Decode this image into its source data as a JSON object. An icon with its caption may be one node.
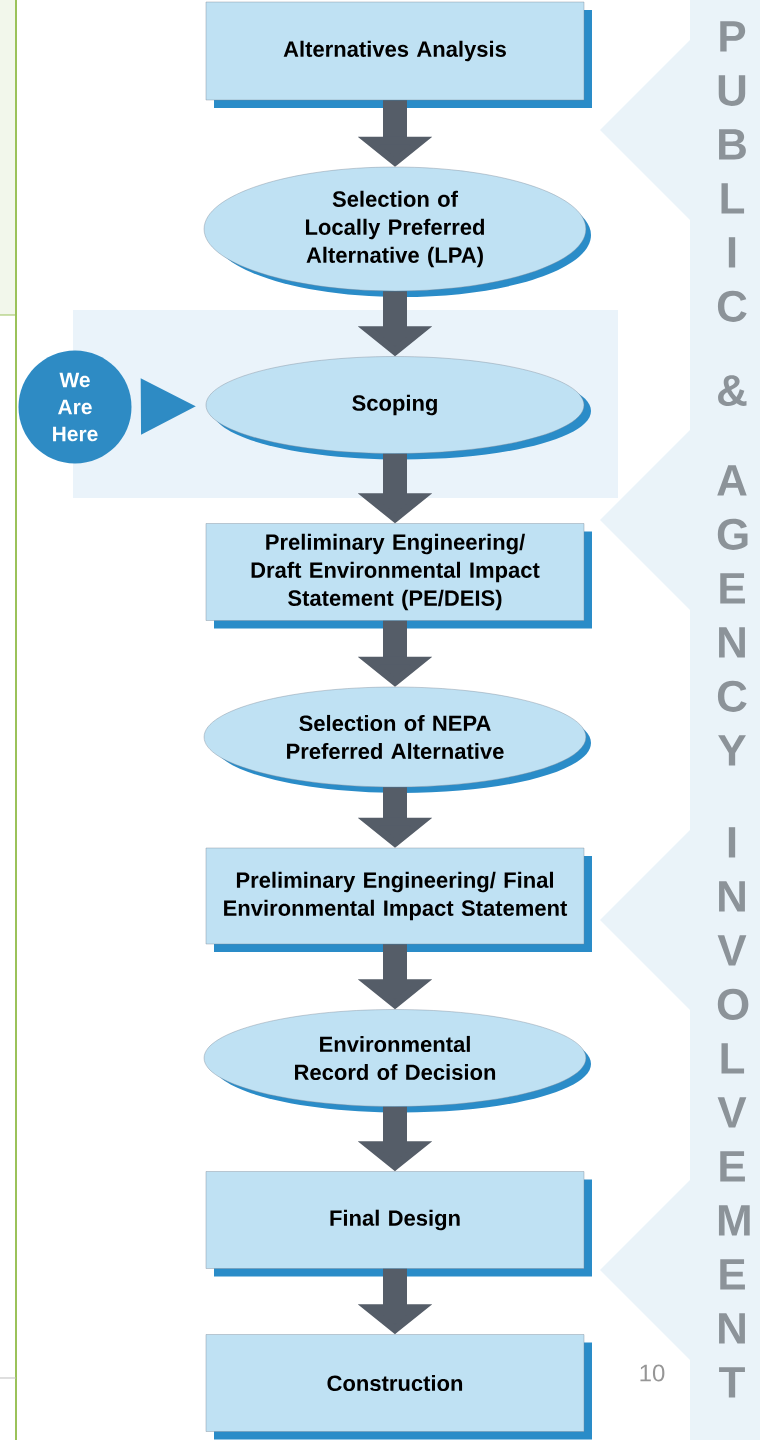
{
  "diagram": {
    "nodes": [
      {
        "text": [
          "Alternatives Analysis"
        ]
      },
      {
        "text": [
          "Selection of Locally Preferred Alternative (LPA)"
        ]
      },
      {
        "text": [
          "Scoping"
        ]
      },
      {
        "text": [
          "Preliminary Engineering/ Draft Environmental Impact Statement (PE/DEIS)"
        ]
      },
      {
        "text": [
          "Selection of NEPA Preferred Alternative"
        ]
      },
      {
        "text": [
          "Preliminary Engineering/ Final Environmental Impact Statement"
        ]
      },
      {
        "text": [
          "Environmental Record of Decision"
        ]
      },
      {
        "text": [
          "Final Design"
        ]
      },
      {
        "text": [
          "Construction"
        ]
      },
      {
        "text": [
          "We Are Here"
        ]
      }
    ],
    "edges": [
      {
        "from": 0,
        "to": 1,
        "arrow": "to"
      },
      {
        "from": 1,
        "to": 2,
        "arrow": "to"
      },
      {
        "from": 2,
        "to": 3,
        "arrow": "to"
      },
      {
        "from": 3,
        "to": 4,
        "arrow": "to"
      },
      {
        "from": 4,
        "to": 5,
        "arrow": "to"
      },
      {
        "from": 5,
        "to": 6,
        "arrow": "to"
      },
      {
        "from": 6,
        "to": 7,
        "arrow": "to"
      },
      {
        "from": 7,
        "to": 8,
        "arrow": "to"
      },
      {
        "from": 9,
        "to": 2,
        "arrow": "to",
        "color": "#2e8bc4"
      }
    ],
    "labels": [
      "PUBLIC",
      "&",
      "AGENCY",
      "INVOLVEMENT",
      "10"
    ]
  }
}
